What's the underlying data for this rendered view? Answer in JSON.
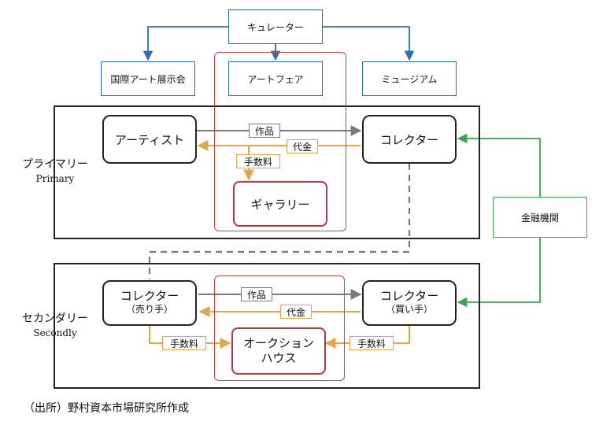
{
  "top": {
    "curator": "キュレーター",
    "intl_exhibition": "国際アート展示会",
    "art_fair": "アートフェア",
    "museum": "ミュージアム"
  },
  "primary": {
    "label_ja": "プライマリー",
    "label_en": "Primary",
    "artist": "アーティスト",
    "collector": "コレクター",
    "gallery": "ギャラリー",
    "artwork": "作品",
    "payment": "代金",
    "commission": "手数料"
  },
  "financial": "金融機関",
  "secondary": {
    "label_ja": "セカンダリー",
    "label_en": "Secondly",
    "seller_main": "コレクター",
    "seller_sub": "（売り手）",
    "buyer_main": "コレクター",
    "buyer_sub": "（買い手）",
    "auction_line1": "オークション",
    "auction_line2": "ハウス",
    "artwork": "作品",
    "payment": "代金",
    "commission_left": "手数料",
    "commission_right": "手数料"
  },
  "source": "（出所）野村資本市場研究所作成",
  "colors": {
    "blue": "#2e6fb4",
    "gray": "#7a7a7a",
    "gold": "#e0a64a",
    "green": "#3aa452",
    "red": "#b03a3a"
  }
}
